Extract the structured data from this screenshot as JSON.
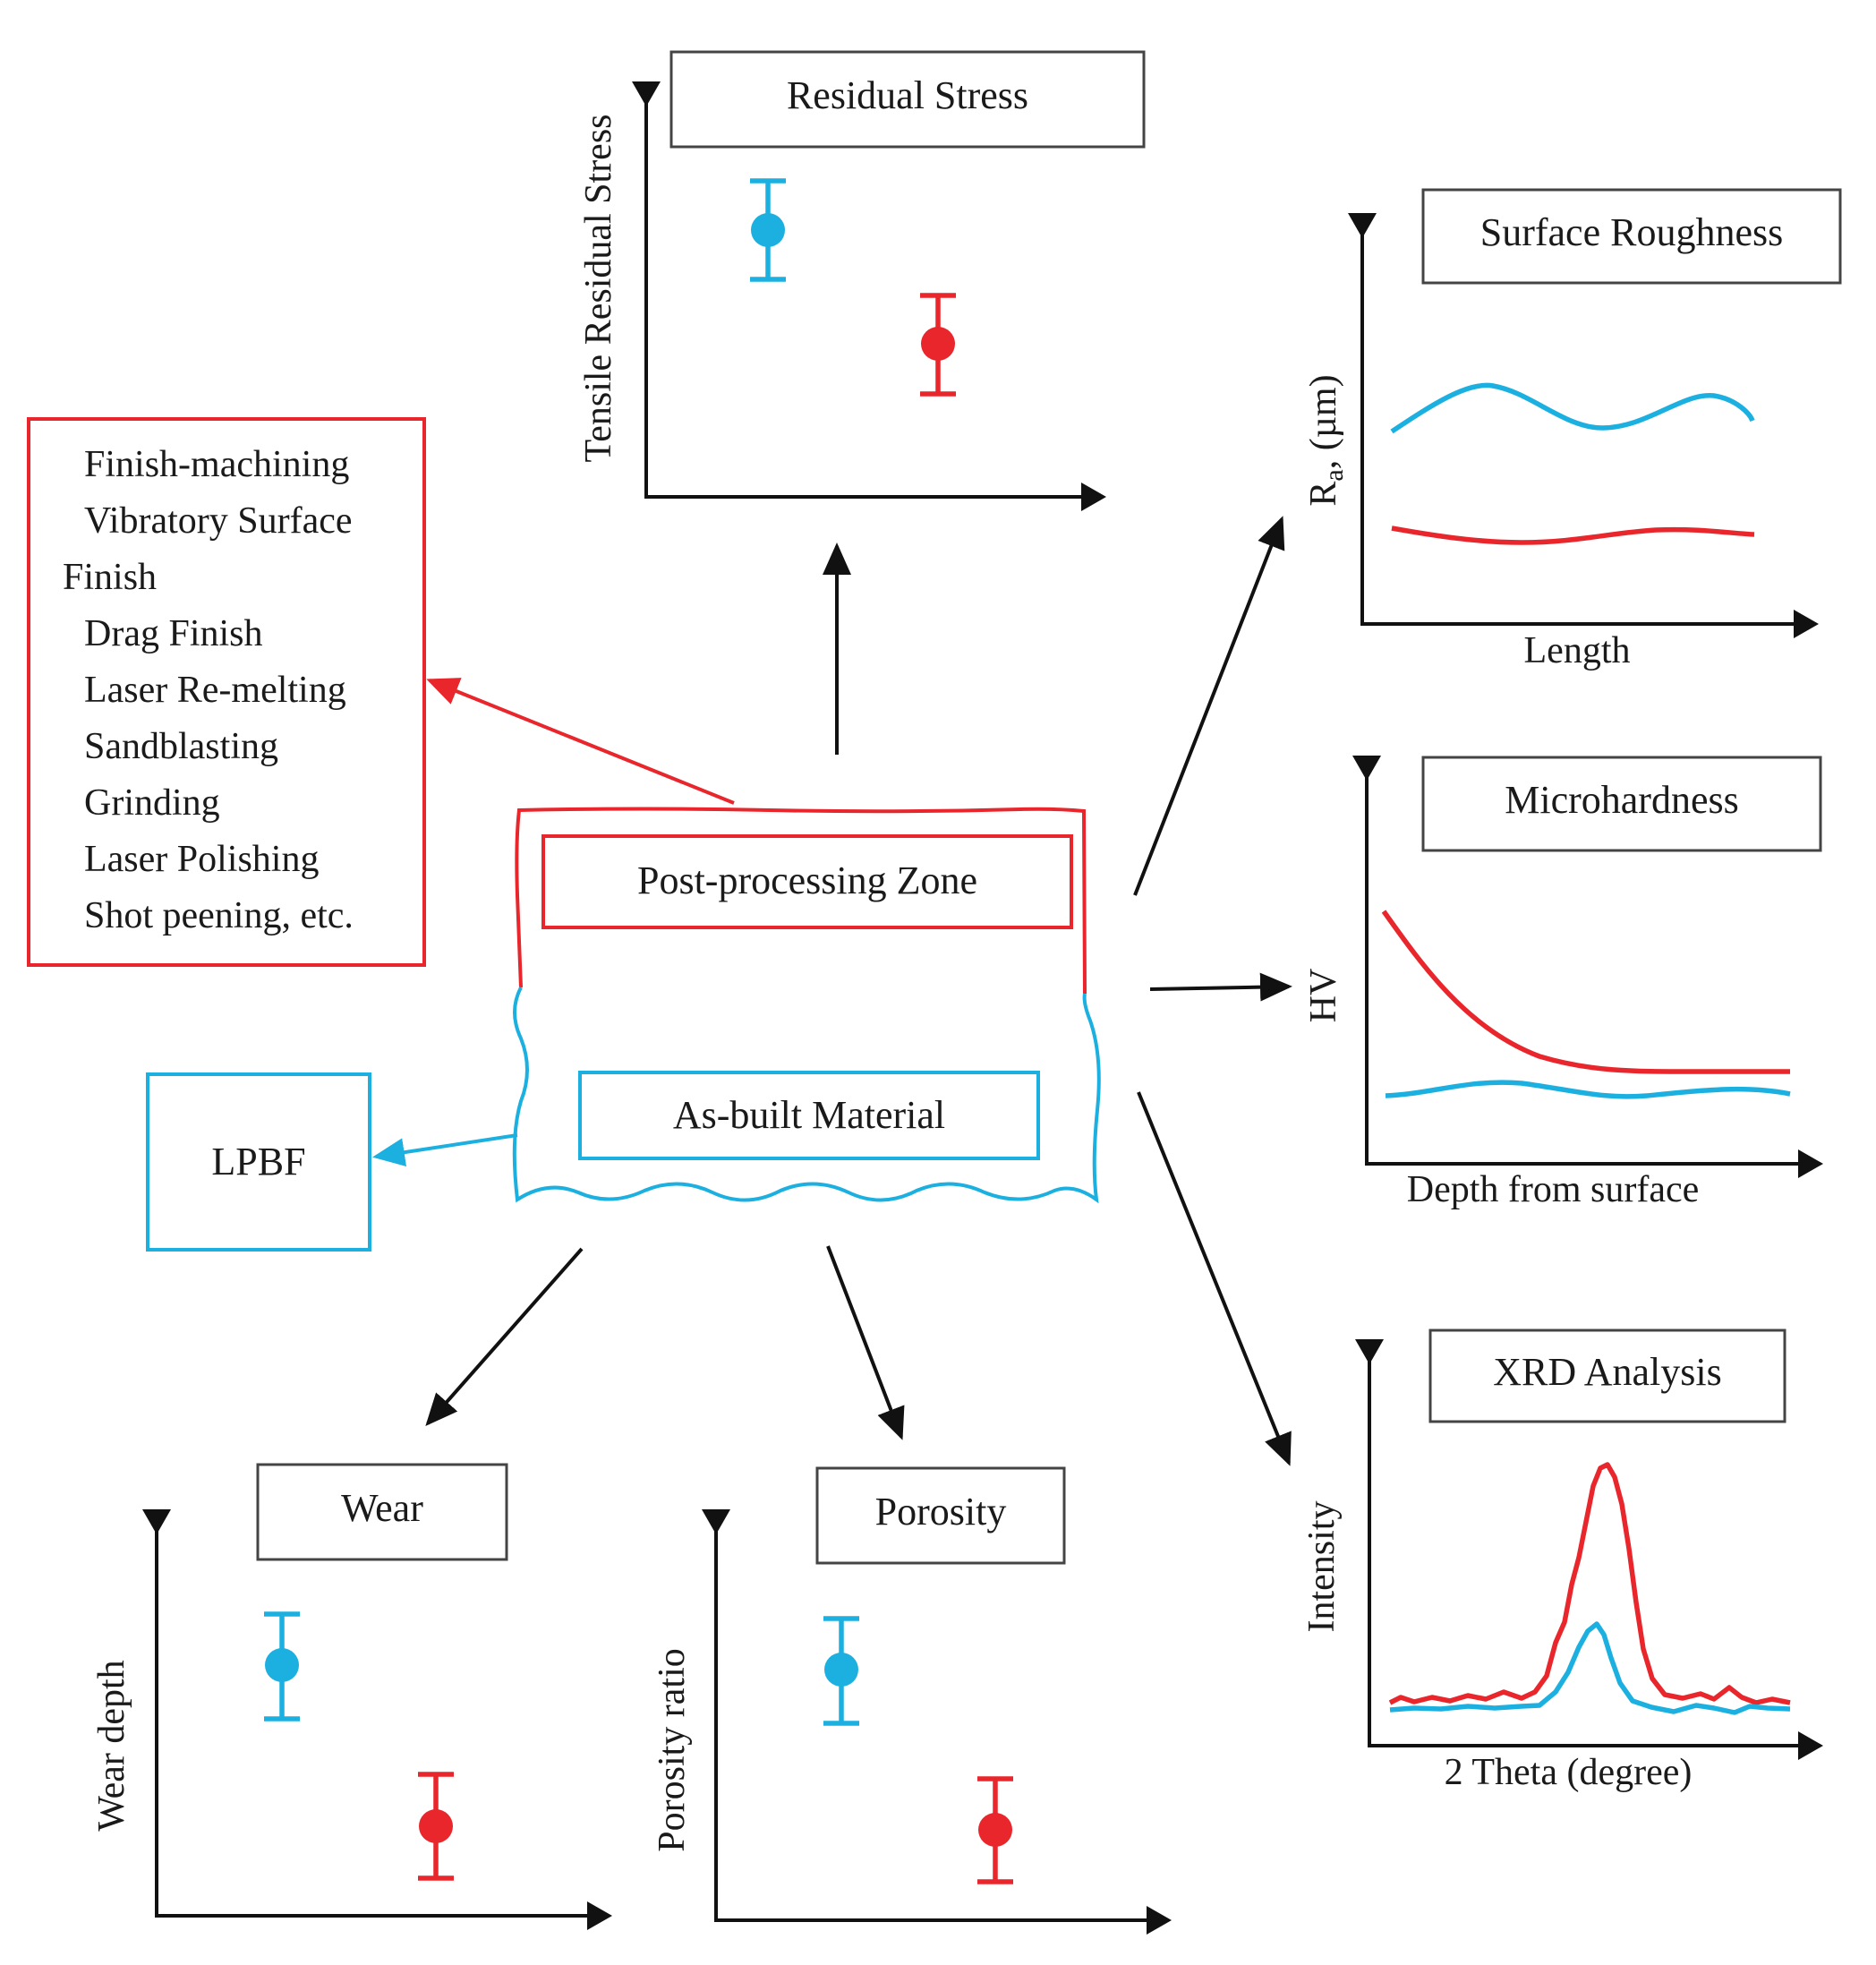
{
  "colors": {
    "post_processed": "#e8262b",
    "as_built": "#1cb0e0",
    "ink": "#111111"
  },
  "center": {
    "post_processing_zone": "Post-processing Zone",
    "as_built_material": "As-built Material"
  },
  "methods": [
    "Finish-machining",
    "Vibratory Surface",
    "Finish",
    "Drag Finish",
    "Laser Re-melting",
    "Sandblasting",
    "Grinding",
    "Laser Polishing",
    "Shot peening, etc."
  ],
  "lpbf": "LPBF",
  "panels": {
    "residual_stress": {
      "title": "Residual Stress",
      "ylabel": "Tensile Residual Stress",
      "xlabel": ""
    },
    "surface_roughness": {
      "title": "Surface Roughness",
      "ylabel": "Ra, (µm)",
      "ylabel_main": "R",
      "ylabel_sub": "a",
      "ylabel_rest": ", (µm)",
      "xlabel": "Length"
    },
    "microhardness": {
      "title": "Microhardness",
      "ylabel": "HV",
      "xlabel": "Depth from surface"
    },
    "xrd": {
      "title": "XRD Analysis",
      "ylabel": "Intensity",
      "xlabel": "2 Theta (degree)"
    },
    "wear": {
      "title": "Wear",
      "ylabel": "Wear depth",
      "xlabel": ""
    },
    "porosity": {
      "title": "Porosity",
      "ylabel": "Porosity ratio",
      "xlabel": ""
    }
  }
}
